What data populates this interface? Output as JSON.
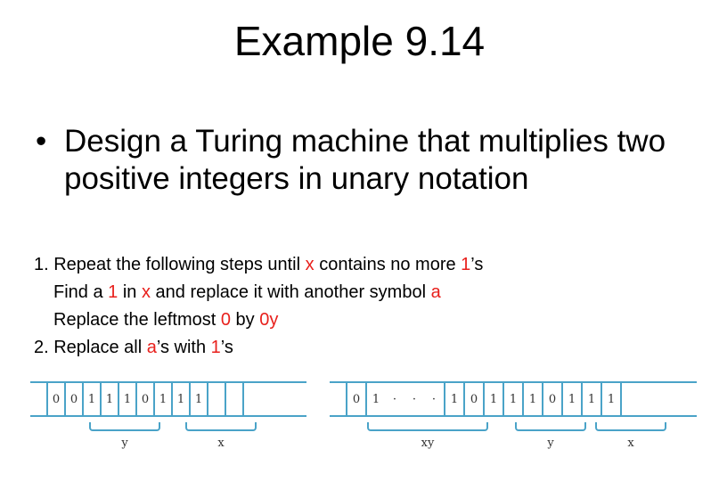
{
  "title": "Example 9.14",
  "bullet": {
    "symbol": "•",
    "text": "Design a Turing machine that multiplies two positive integers in unary notation"
  },
  "steps": {
    "s1": [
      "1. Repeat the following steps until ",
      "x",
      " contains no more ",
      "1",
      "’s"
    ],
    "s1a": [
      "Find a ",
      "1",
      " in ",
      "x",
      " and replace it with another symbol ",
      "a"
    ],
    "s1b": [
      "Replace the leftmost ",
      "0",
      " by ",
      "0y"
    ],
    "s2": [
      "2. Replace all ",
      "a",
      "’s with ",
      "1",
      "’s"
    ]
  },
  "tape1": {
    "cells": [
      "0",
      "0",
      "1",
      "1",
      "1",
      "0",
      "1",
      "1",
      "1",
      "",
      ""
    ],
    "labels": [
      "y",
      "x"
    ]
  },
  "tape2": {
    "cells": [
      "0",
      "1",
      "·",
      "·",
      "·",
      "1",
      "0",
      "1",
      "1",
      "1",
      "0",
      "1",
      "1",
      "1"
    ],
    "labels": [
      "xy",
      "y",
      "x"
    ]
  },
  "colors": {
    "accent": "#e8201c",
    "tape_line": "#4aa3c8"
  }
}
